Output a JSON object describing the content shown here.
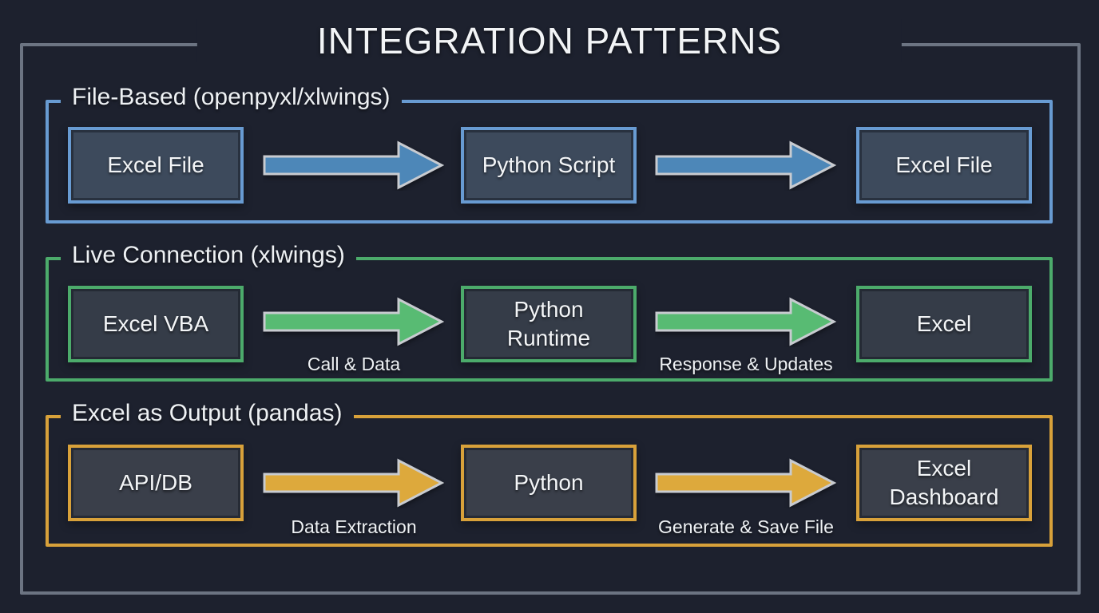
{
  "title": "INTEGRATION PATTERNS",
  "background_color": "#1d212e",
  "frame_color": "#6c7482",
  "sections": [
    {
      "label": "File-Based (openpyxl/xlwings)",
      "accent_color": "#689bd2",
      "arrow_fill": "#4d87b8",
      "node_fill": "#3d4a5c",
      "nodes": [
        "Excel File",
        "Python Script",
        "Excel File"
      ],
      "arrow_labels": [
        "",
        ""
      ]
    },
    {
      "label": "Live Connection (xlwings)",
      "accent_color": "#4cab6b",
      "arrow_fill": "#58bb73",
      "node_fill": "#353c48",
      "nodes": [
        "Excel VBA",
        "Python\nRuntime",
        "Excel"
      ],
      "arrow_labels": [
        "Call & Data",
        "Response & Updates"
      ]
    },
    {
      "label": "Excel as Output (pandas)",
      "accent_color": "#d8a13a",
      "arrow_fill": "#dda93c",
      "node_fill": "#3a3f4a",
      "nodes": [
        "API/DB",
        "Python",
        "Excel\nDashboard"
      ],
      "arrow_labels": [
        "Data Extraction",
        "Generate & Save File"
      ]
    }
  ]
}
